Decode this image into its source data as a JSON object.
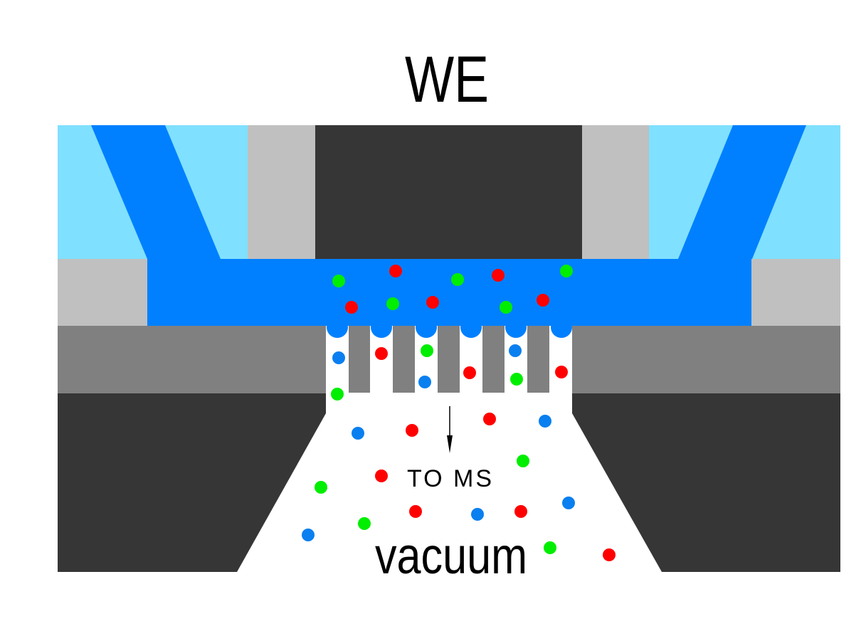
{
  "labels": {
    "top": "WE",
    "arrow": "TO MS",
    "bottom": "vacuum"
  },
  "colors": {
    "electrolyte": "#0080ff",
    "reservoir": "#80e0ff",
    "spacer": "#c0c0c0",
    "electrode": "#363636",
    "membrane": "#808080",
    "vacuum": "#ffffff",
    "species_red": "#ff0000",
    "species_green": "#00ee00",
    "species_blue": "#0a7ff0"
  }
}
